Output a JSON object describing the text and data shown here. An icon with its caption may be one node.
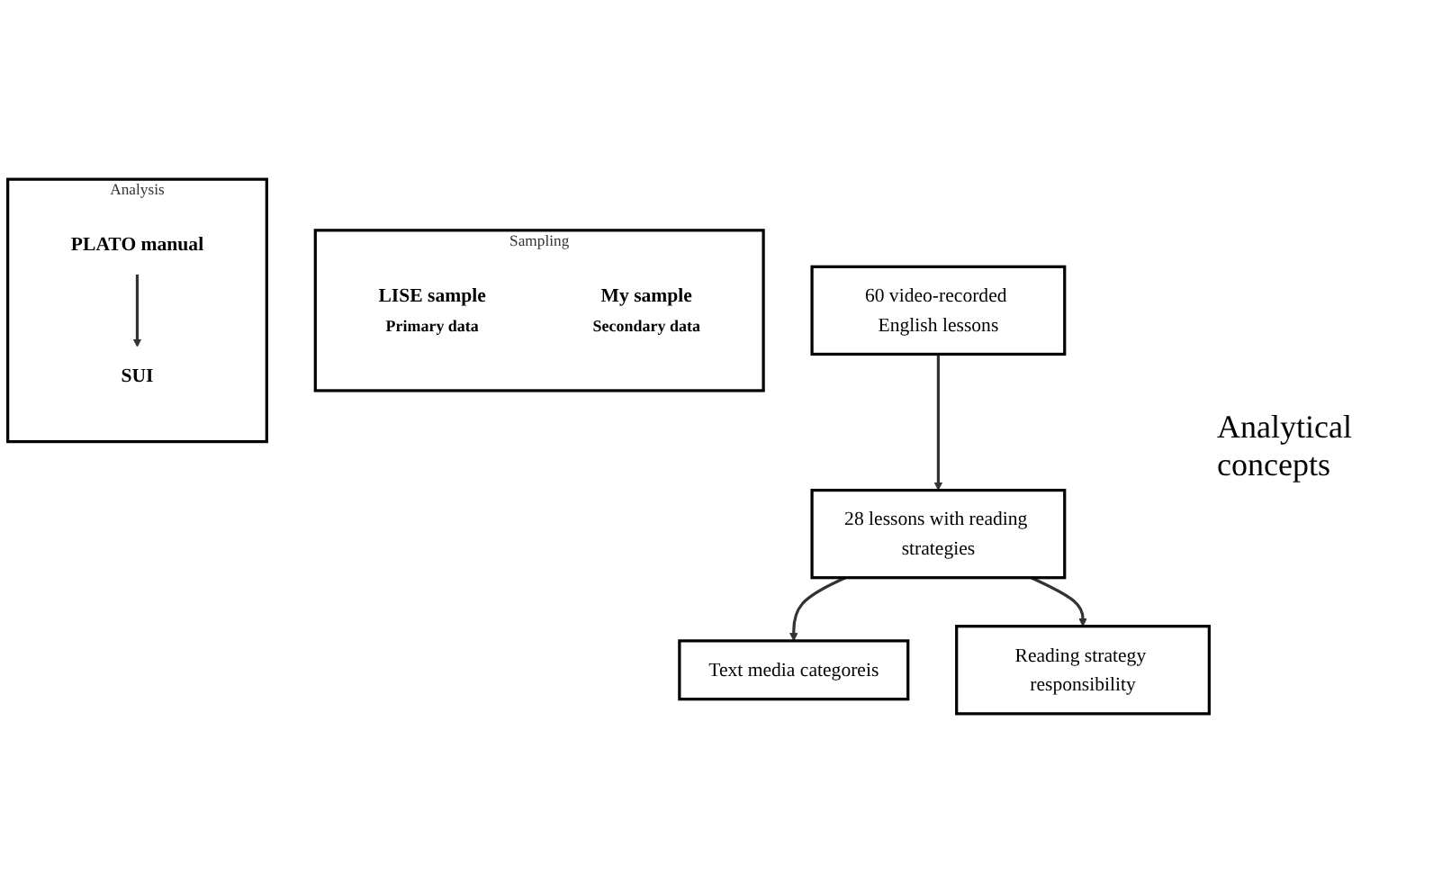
{
  "diagram": {
    "nodes": [
      {
        "text": [
          "Sampling"
        ]
      },
      {
        "text": [
          "LISE sample",
          "Primary data"
        ],
        "in": 0
      },
      {
        "text": [
          "My sample",
          "Secondary data"
        ],
        "in": 0
      },
      {
        "text": [
          "60 video-recorded English lessons"
        ]
      },
      {
        "text": [
          "28 lessons with reading strategies"
        ]
      },
      {
        "text": [
          "Analysis"
        ]
      },
      {
        "text": [
          "PLATO manual"
        ],
        "in": 5
      },
      {
        "text": [
          "SUI"
        ],
        "in": 5
      },
      {
        "text": [
          "Text media categoreis"
        ]
      },
      {
        "text": [
          "Reading strategy responsibility"
        ]
      }
    ],
    "edges": [
      {
        "from": 3,
        "to": 4,
        "arrow": "to"
      },
      {
        "from": 6,
        "to": 7,
        "arrow": "to"
      },
      {
        "from": 4,
        "to": 8,
        "arrow": "to"
      },
      {
        "from": 4,
        "to": 9,
        "arrow": "to"
      }
    ],
    "labels": [
      "Analytical concepts"
    ]
  }
}
